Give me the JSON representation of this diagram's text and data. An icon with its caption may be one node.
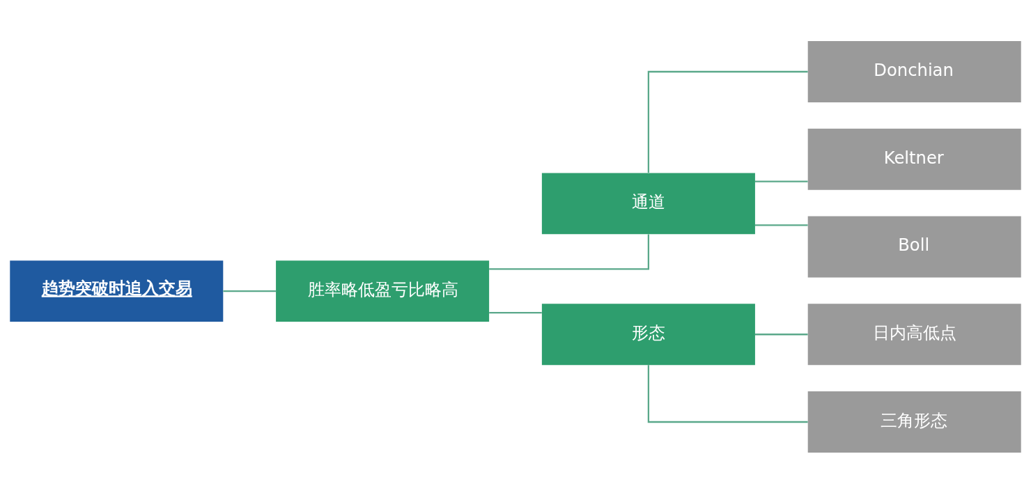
{
  "diagram": {
    "nodes": [
      {
        "text": [
          "趋势突破时追入交易"
        ]
      },
      {
        "text": [
          "胜率略低盈亏比略高"
        ]
      },
      {
        "text": [
          "通道"
        ]
      },
      {
        "text": [
          "形态"
        ]
      },
      {
        "text": [
          "Donchian"
        ]
      },
      {
        "text": [
          "Keltner"
        ]
      },
      {
        "text": [
          "Boll"
        ]
      },
      {
        "text": [
          "日内高低点"
        ]
      },
      {
        "text": [
          "三角形态"
        ]
      }
    ],
    "edges": [
      {
        "from": 0,
        "to": 1,
        "arrow": "none"
      },
      {
        "from": 1,
        "to": 2,
        "arrow": "none"
      },
      {
        "from": 1,
        "to": 3,
        "arrow": "none"
      },
      {
        "from": 2,
        "to": 4,
        "arrow": "none"
      },
      {
        "from": 2,
        "to": 5,
        "arrow": "none"
      },
      {
        "from": 2,
        "to": 6,
        "arrow": "none"
      },
      {
        "from": 3,
        "to": 7,
        "arrow": "none"
      },
      {
        "from": 3,
        "to": 8,
        "arrow": "none"
      }
    ]
  }
}
